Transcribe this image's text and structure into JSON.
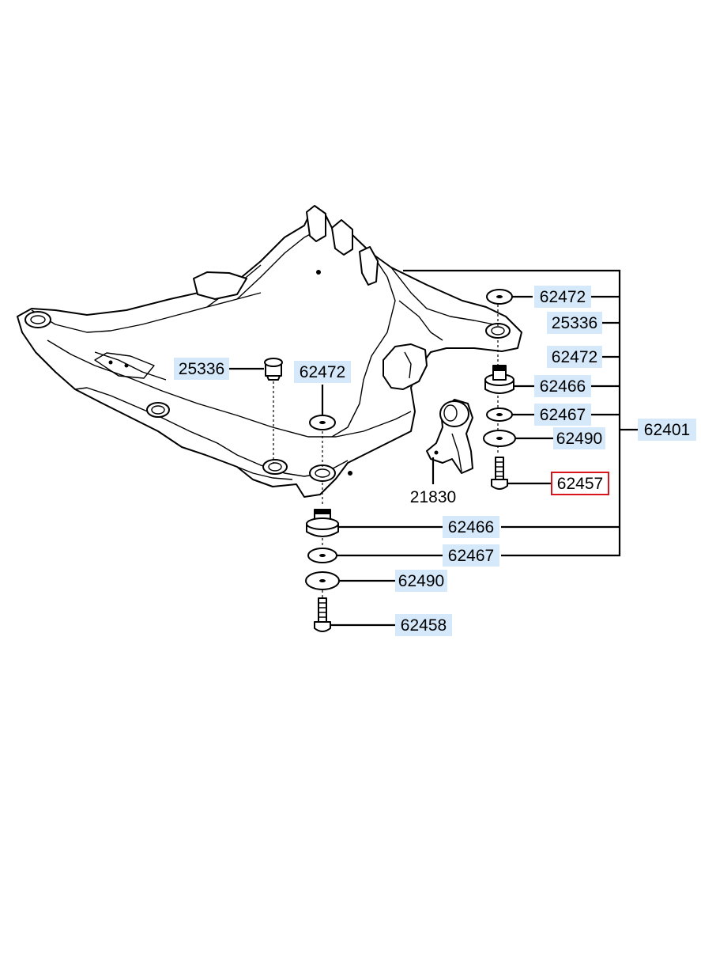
{
  "diagram": {
    "highlight_part": "62457",
    "highlight_color": "#d8141c",
    "label_bg_color": "#d6e9fb",
    "labels": [
      {
        "id": "l62472a",
        "text": "62472",
        "highlight": false
      },
      {
        "id": "l25336r",
        "text": "25336",
        "highlight": false
      },
      {
        "id": "l62472b",
        "text": "62472",
        "highlight": false
      },
      {
        "id": "l62466a",
        "text": "62466",
        "highlight": false
      },
      {
        "id": "l62467a",
        "text": "62467",
        "highlight": false
      },
      {
        "id": "l62490a",
        "text": "62490",
        "highlight": false
      },
      {
        "id": "l62457",
        "text": "62457",
        "highlight": true
      },
      {
        "id": "l62401",
        "text": "62401",
        "highlight": false
      },
      {
        "id": "l25336l",
        "text": "25336",
        "highlight": false
      },
      {
        "id": "l62472c",
        "text": "62472",
        "highlight": false
      },
      {
        "id": "l21830",
        "text": "21830",
        "highlight": false
      },
      {
        "id": "l62466b",
        "text": "62466",
        "highlight": false
      },
      {
        "id": "l62467b",
        "text": "62467",
        "highlight": false
      },
      {
        "id": "l62490b",
        "text": "62490",
        "highlight": false
      },
      {
        "id": "l62458",
        "text": "62458",
        "highlight": false
      }
    ]
  }
}
